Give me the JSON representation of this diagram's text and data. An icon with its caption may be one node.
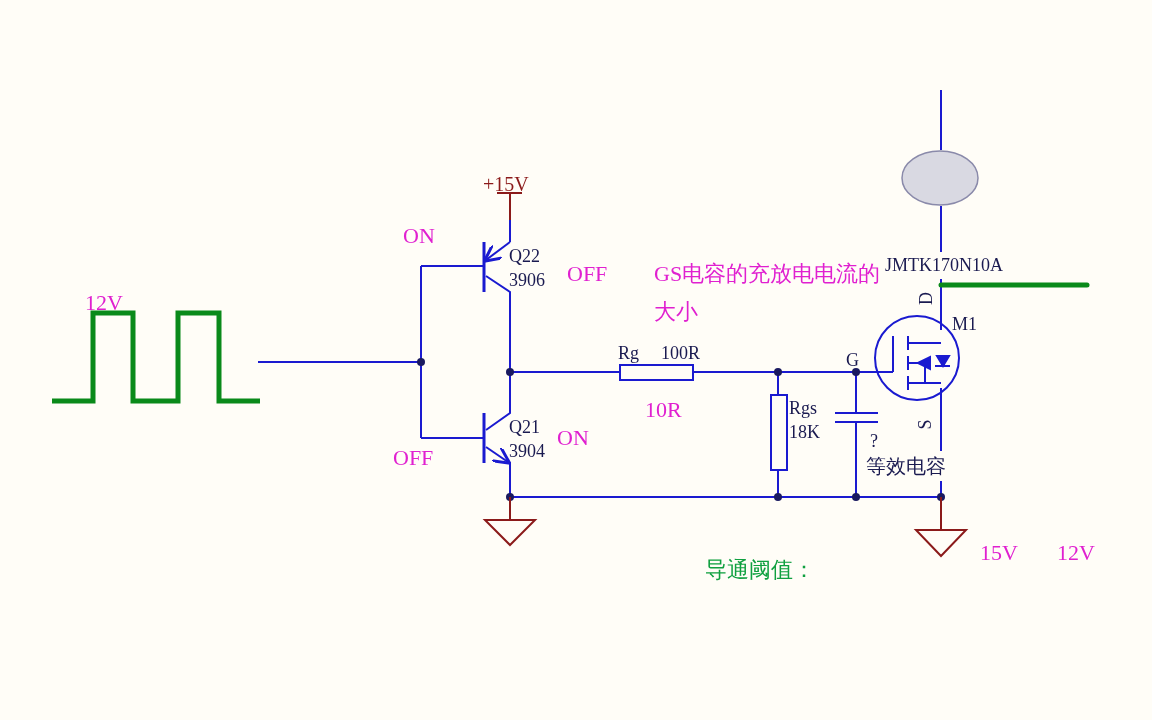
{
  "diagram": {
    "labels": [
      "+15V",
      "ON",
      "Q22",
      "3906",
      "OFF",
      "GS电容的充放电电流的大小",
      "JMTK170N10A",
      "12V",
      "D",
      "M1",
      "Rg",
      "100R",
      "G",
      "10R",
      "Rgs",
      "18K",
      "S",
      "?",
      "OFF",
      "Q21",
      "3904",
      "ON",
      "等效电容",
      "15V",
      "12V",
      "导通阈值："
    ]
  }
}
